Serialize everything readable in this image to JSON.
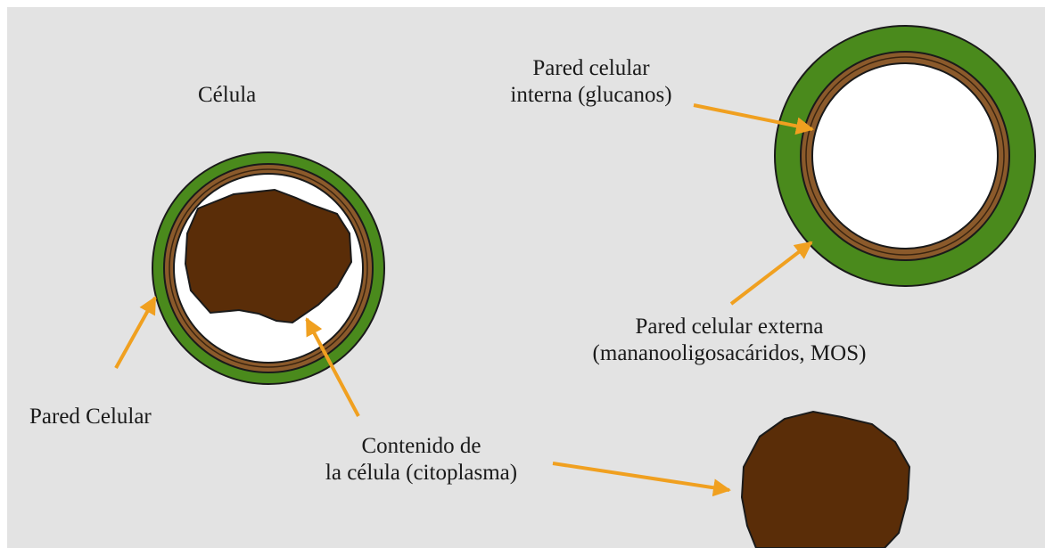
{
  "labels": {
    "cell": "Célula",
    "cell_wall": "Pared Celular",
    "inner_wall_line1": "Pared celular",
    "inner_wall_line2": "interna (glucanos)",
    "outer_wall_line1": "Pared celular externa",
    "outer_wall_line2": "(mananooligosacáridos, MOS)",
    "content_line1": "Contenido de",
    "content_line2": "la célula (citoplasma)"
  },
  "colors": {
    "background": "#e3e3e3",
    "outer_wall": "#4a8a1c",
    "inner_wall": "#8b5a2b",
    "cytoplasm": "#5a2d08",
    "arrow": "#f0a020",
    "cell_interior": "#ffffff"
  }
}
